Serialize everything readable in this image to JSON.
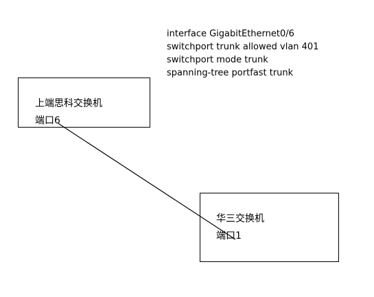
{
  "config_lines": [
    "interface GigabitEthernet0/6",
    "switchport trunk allowed vlan 401",
    "switchport mode trunk",
    "spanning-tree portfast trunk"
  ],
  "upstream_switch": {
    "name": "上端思科交换机",
    "port": "端口6"
  },
  "downstream_switch": {
    "name": "华三交换机",
    "port": "端口1"
  },
  "colors": {
    "line": "#000000",
    "background": "#ffffff"
  }
}
